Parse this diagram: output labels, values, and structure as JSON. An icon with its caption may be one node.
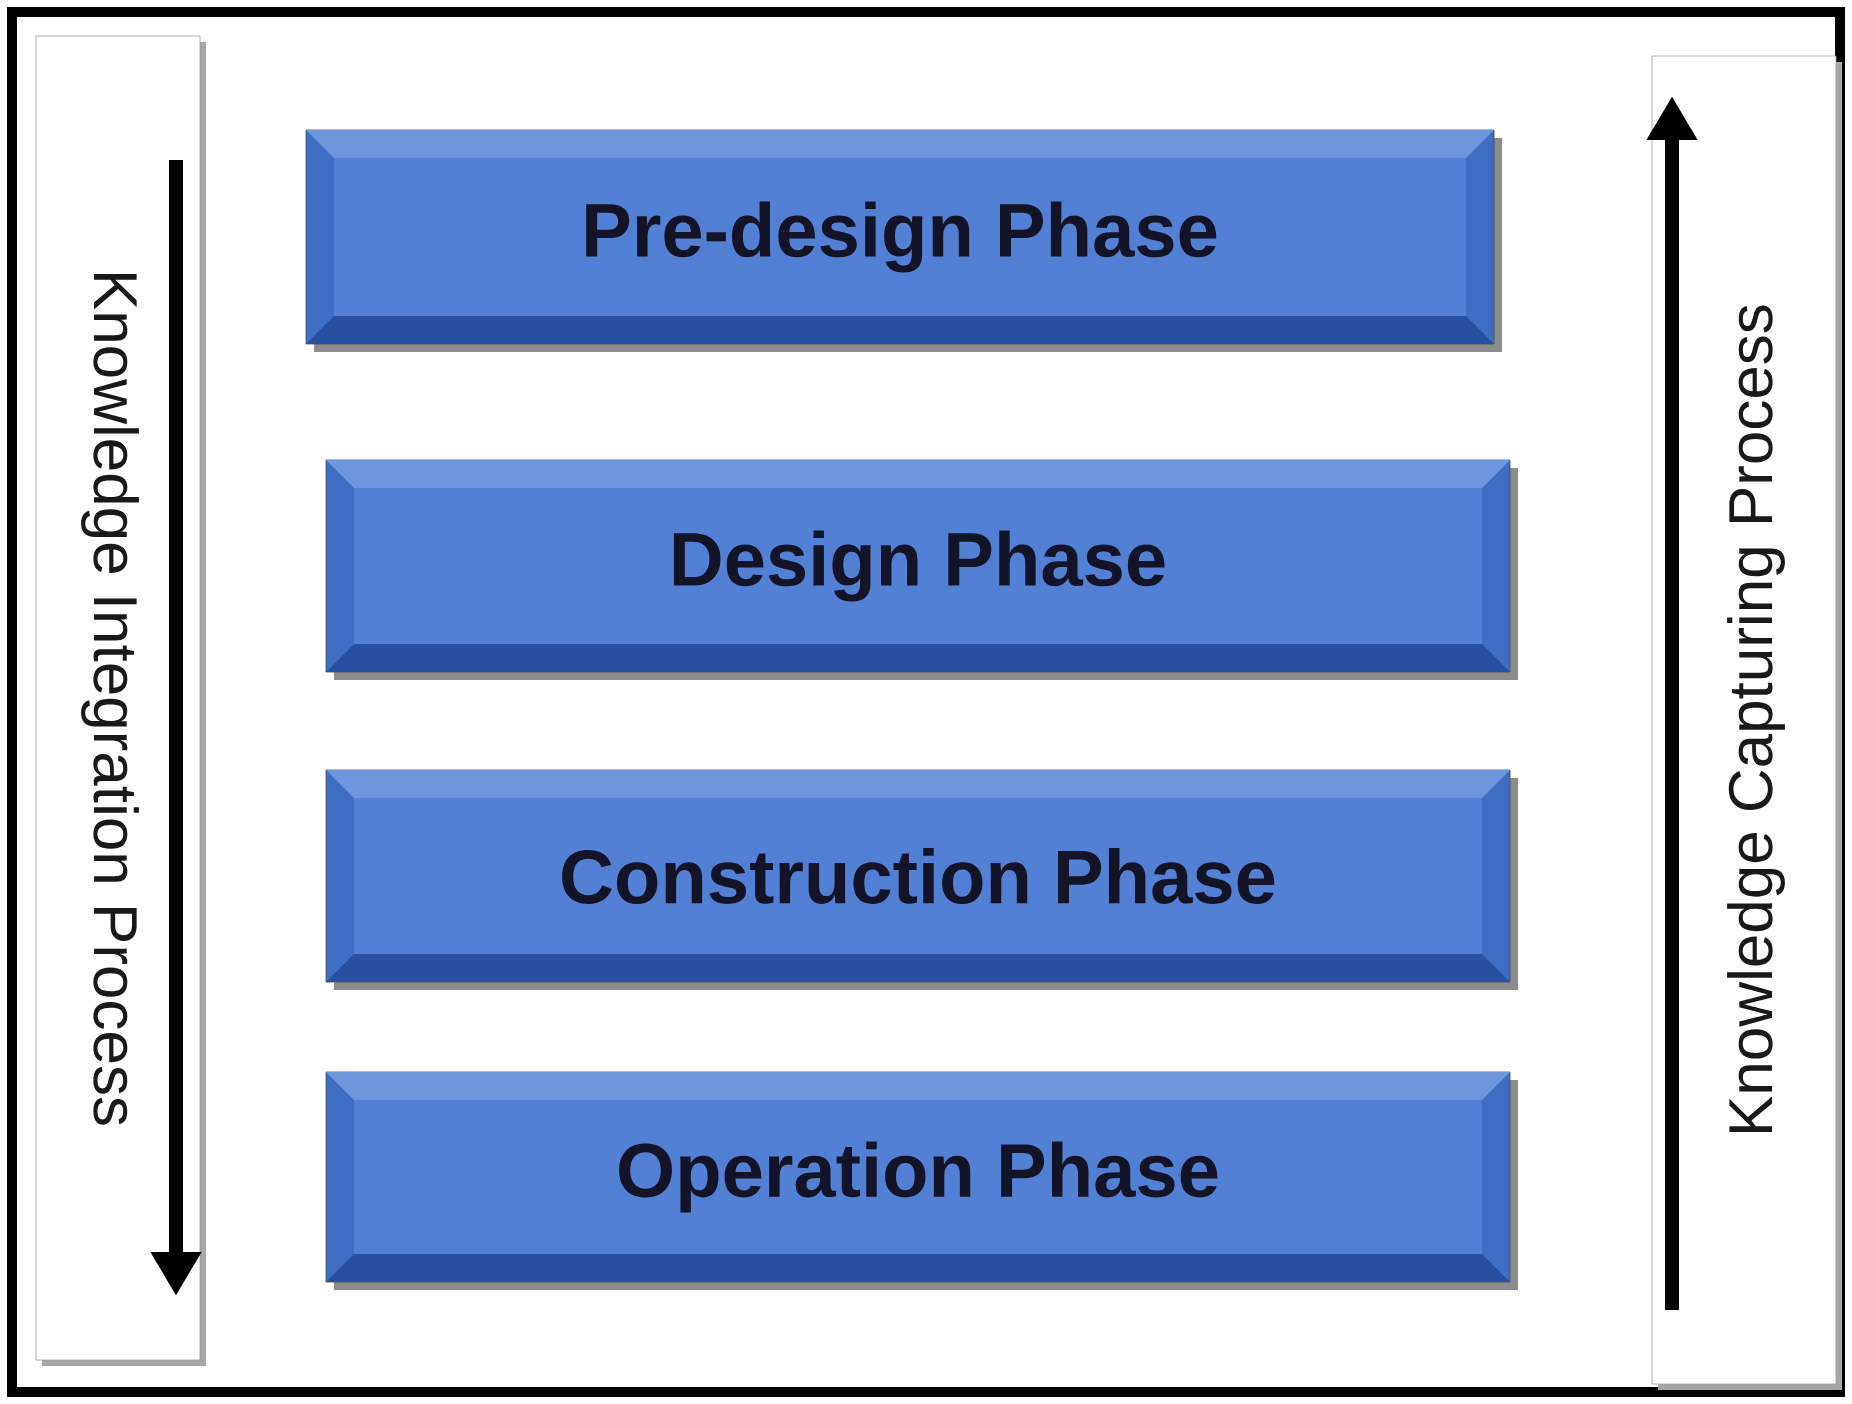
{
  "diagram": {
    "nodes": [
      {
        "text": [
          "Knowledge Integration Process"
        ]
      },
      {
        "text": [
          "Pre-design Phase"
        ]
      },
      {
        "text": [
          "Design Phase"
        ]
      },
      {
        "text": [
          "Construction Phase"
        ]
      },
      {
        "text": [
          "Operation Phase"
        ]
      },
      {
        "text": [
          "Knowledge Capturing Process"
        ]
      }
    ]
  }
}
